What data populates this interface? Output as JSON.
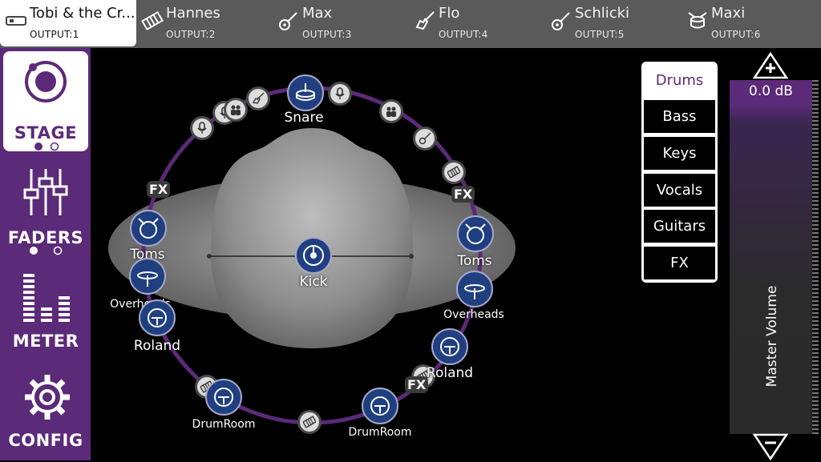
{
  "outputs": [
    {
      "name": "Tobi & the Cr...",
      "sub": "OUTPUT:1",
      "icon": "keyboard-device-icon",
      "active": true
    },
    {
      "name": "Hannes",
      "sub": "OUTPUT:2",
      "icon": "keyboard-icon"
    },
    {
      "name": "Max",
      "sub": "OUTPUT:3",
      "icon": "acoustic-guitar-icon"
    },
    {
      "name": "Flo",
      "sub": "OUTPUT:4",
      "icon": "electric-guitar-icon"
    },
    {
      "name": "Schlicki",
      "sub": "OUTPUT:5",
      "icon": "acoustic-guitar-icon"
    },
    {
      "name": "Maxi",
      "sub": "OUTPUT:6",
      "icon": "drum-kit-icon"
    }
  ],
  "nav": {
    "stage": "STAGE",
    "faders": "FADERS",
    "meter": "METER",
    "config": "CONFIG"
  },
  "stage": {
    "channels": {
      "snare": "Snare",
      "kick": "Kick",
      "toms_left": "Toms",
      "toms_right": "Toms",
      "overheads_left": "Overheads",
      "overheads_right": "Overheads",
      "roland_left": "Roland",
      "roland_right": "Roland",
      "drumroom_left": "DrumRoom",
      "drumroom_right": "DrumRoom"
    },
    "fx": "FX"
  },
  "groups": [
    "Drums",
    "Bass",
    "Keys",
    "Vocals",
    "Guitars",
    "FX"
  ],
  "volume": {
    "db": "0.0 dB",
    "label": "Master Volume",
    "level": 0.88
  },
  "colors": {
    "accent": "#5b2a78",
    "ring": "#5b2a78",
    "channel": "#1f3f80"
  }
}
